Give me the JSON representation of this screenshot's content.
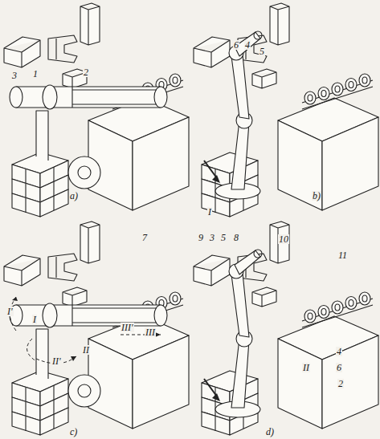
{
  "diagram": {
    "labels": [
      "3",
      "1",
      "2",
      "a)",
      "6",
      "4",
      "5",
      "I",
      "b)",
      "7",
      "I'",
      "I",
      "II'",
      "II",
      "III'",
      "III",
      "c)",
      "9",
      "3",
      "5",
      "8",
      "10",
      "11",
      "4",
      "6",
      "2",
      "II",
      "d)"
    ]
  }
}
